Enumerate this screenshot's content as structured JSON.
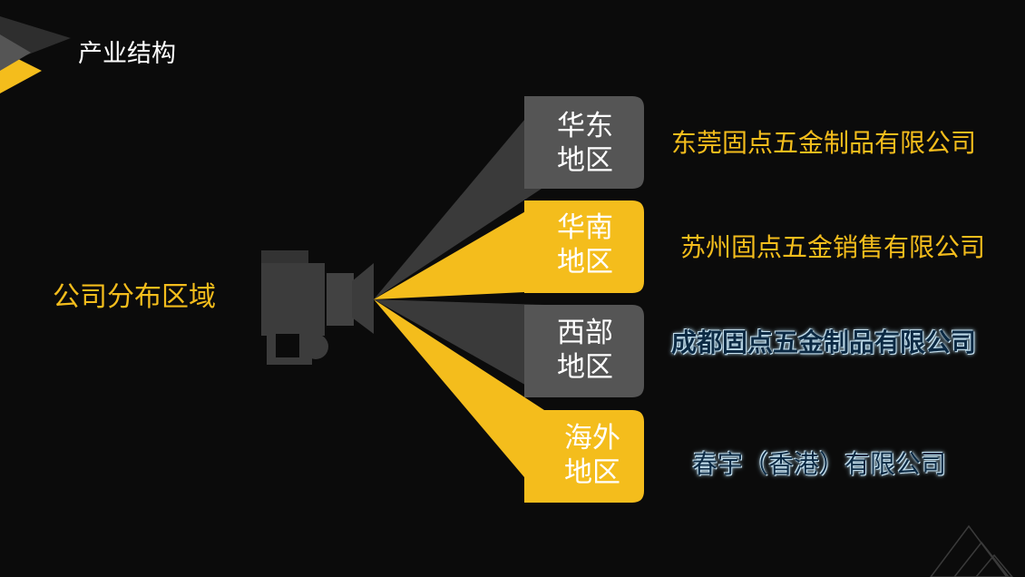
{
  "slide": {
    "title": "产业结构",
    "hub_label": "公司分布区域"
  },
  "regions": [
    {
      "line1": "华东",
      "line2": "地区",
      "company": "东莞固点五金制品有限公司"
    },
    {
      "line1": "华南",
      "line2": "地区",
      "company": "苏州固点五金销售有限公司"
    },
    {
      "line1": "西部",
      "line2": "地区",
      "company": "成都固点五金制品有限公司"
    },
    {
      "line1": "海外",
      "line2": "地区",
      "company": "春宇（香港）有限公司"
    }
  ],
  "colors": {
    "background": "#0b0b0b",
    "accent_yellow": "#f4bd1c",
    "box_gray": "#555555",
    "beam_gray": "#3a3a3a",
    "projector_gray": "#3c3c3c",
    "glow_blue": "#cfe6f3"
  },
  "icons": {
    "corner_top_left": "layered-triangle-decoration",
    "hub": "projector-icon",
    "corner_bottom_right": "outline-triangle-decoration"
  }
}
